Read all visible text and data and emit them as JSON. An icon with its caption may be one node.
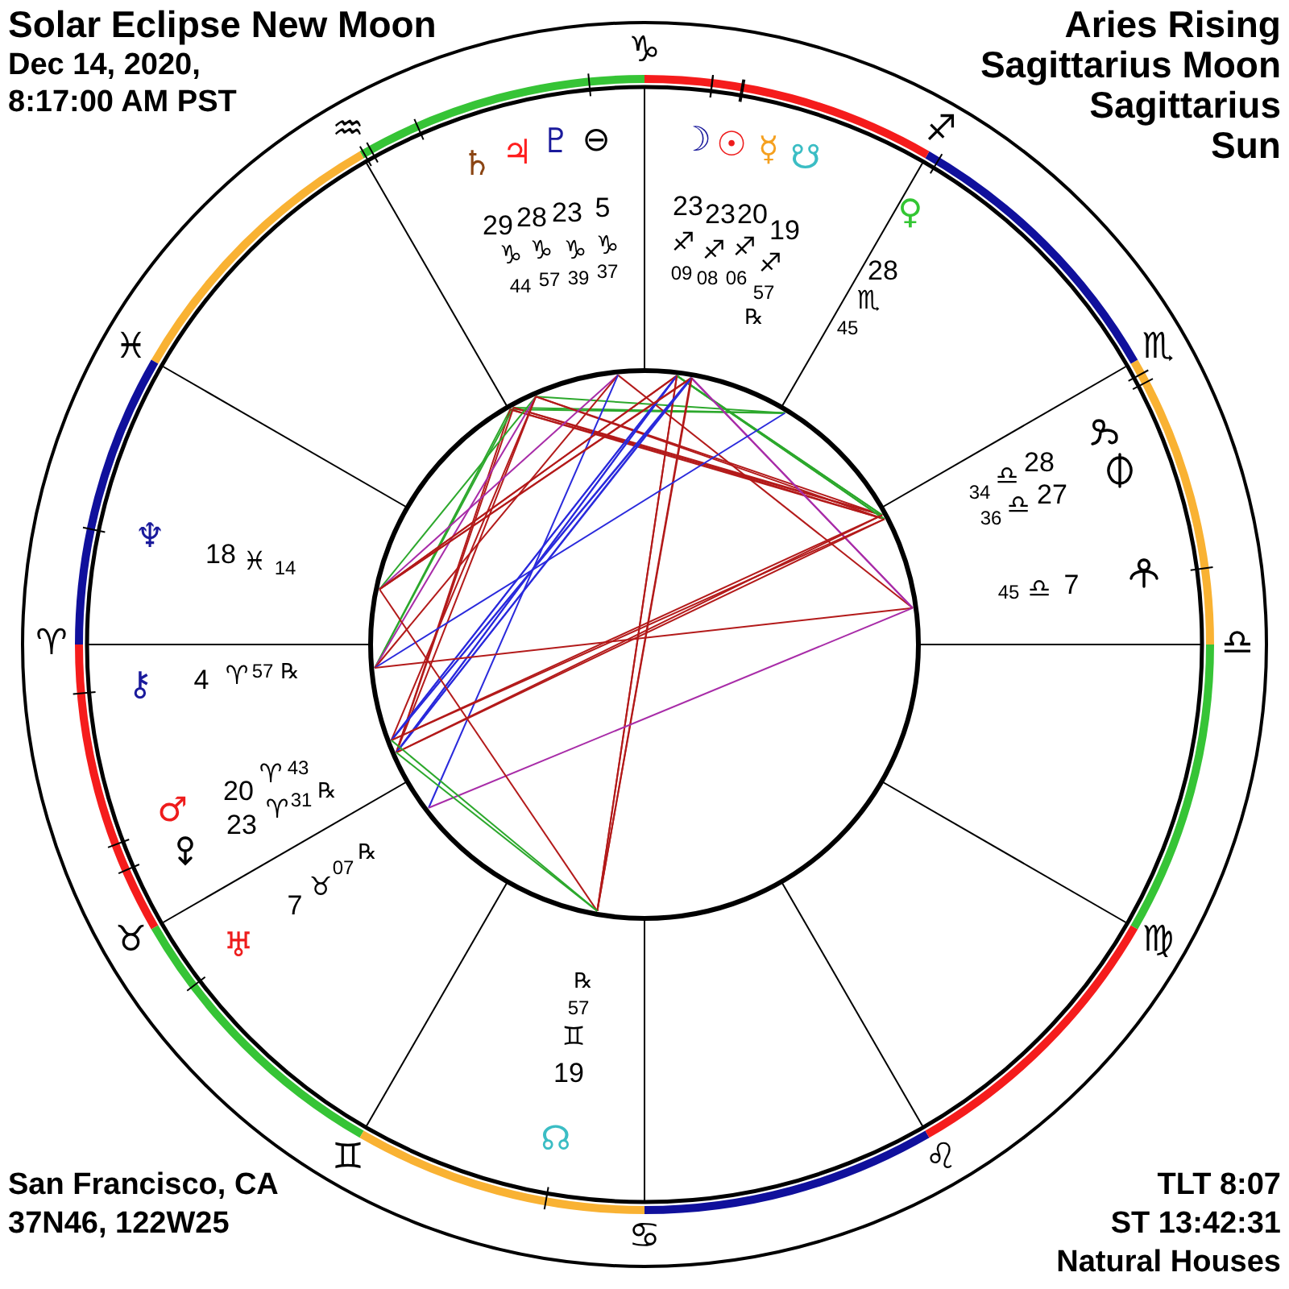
{
  "diagram": {
    "title": "Solar Eclipse New Moon",
    "labels": [
      "Dec 14, 2020, 8:17:00 AM PST",
      "Aries Rising",
      "Sagittarius Moon",
      "Sagittarius Sun",
      "♈",
      "♉",
      "♊",
      "♋",
      "♌",
      "♍",
      "♎",
      "♏",
      "♐",
      "♑",
      "♒",
      "♓",
      "♄",
      "♃",
      "♇",
      "⊖",
      "29",
      "28",
      "23",
      "5",
      "♑",
      "♑",
      "♑",
      "♑",
      "44",
      "57",
      "39",
      "37",
      "☽",
      "☉",
      "☿",
      "☋",
      "23",
      "23",
      "20",
      "19",
      "♐",
      "♐",
      "♐",
      "♐",
      "09",
      "08",
      "06",
      "57",
      "℞",
      "♀",
      "28",
      "♏",
      "45",
      "34",
      "♎",
      "28",
      "36",
      "♎",
      "27",
      "45",
      "♎",
      "7",
      "♆",
      "18",
      "♓",
      "14",
      "⚷",
      "4",
      "♈",
      "57",
      "℞",
      "♂",
      "20",
      "♈",
      "43",
      "℞",
      "23",
      "♈",
      "31",
      "7",
      "♉",
      "07",
      "℞",
      "♅",
      "℞",
      "57",
      "♊",
      "19",
      "☊",
      "San Francisco, CA",
      "37N46, 122W25",
      "TLT 8:07",
      "ST 13:42:31",
      "Natural Houses"
    ]
  }
}
